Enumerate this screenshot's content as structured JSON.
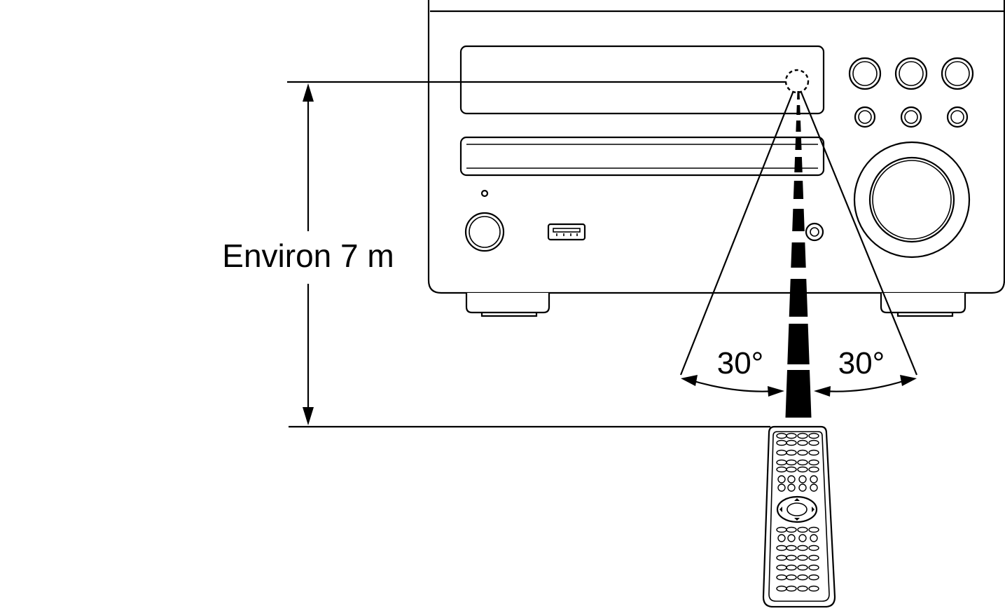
{
  "labels": {
    "distance": "Environ 7 m",
    "angle_left": "30°",
    "angle_right": "30°"
  },
  "colors": {
    "line": "#000000",
    "background": "#ffffff"
  },
  "icons": {
    "device": "cd-receiver-front-panel",
    "remote": "remote-control",
    "sensor": "ir-sensor-icon",
    "usb": "usb-port-icon"
  }
}
